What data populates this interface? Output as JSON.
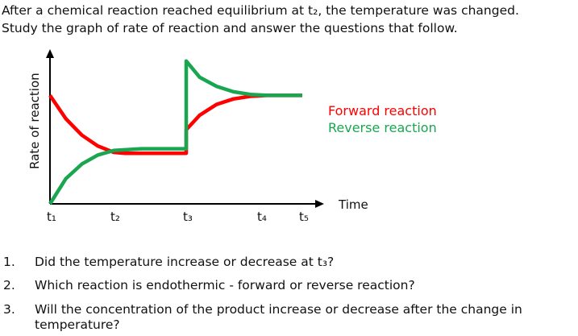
{
  "intro": {
    "line1": "After a chemical reaction reached equilibrium at t₂, the temperature was changed.",
    "line2": "Study the graph of rate of reaction and answer the questions that follow."
  },
  "chart_data": {
    "type": "line",
    "ylabel": "Rate of reaction",
    "xlabel": "Time",
    "x_ticks": [
      "t₁",
      "t₂",
      "t₃",
      "t₄",
      "t₅"
    ],
    "x_tick_values": [
      0,
      1,
      2.3,
      3.4,
      4
    ],
    "xlim": [
      0,
      4.5
    ],
    "ylim": [
      0,
      10
    ],
    "legend_position": "right",
    "colors": {
      "forward": "#ff0000",
      "reverse": "#1aa650",
      "axis": "#000000"
    },
    "series": [
      {
        "name": "Forward reaction",
        "color": "#ff0000",
        "x": [
          0,
          0.25,
          0.5,
          0.75,
          1.0,
          1.2,
          2.3,
          2.3,
          2.5,
          2.75,
          3.0,
          3.25,
          3.5,
          3.75,
          4.0
        ],
        "y": [
          6.0,
          4.7,
          3.8,
          3.2,
          2.85,
          2.8,
          2.8,
          4.1,
          4.9,
          5.5,
          5.8,
          5.95,
          6.0,
          6.0,
          6.0
        ]
      },
      {
        "name": "Reverse reaction",
        "color": "#1aa650",
        "x": [
          0,
          0.25,
          0.5,
          0.75,
          1.0,
          1.5,
          2.3,
          2.3,
          2.5,
          2.75,
          3.0,
          3.25,
          3.5,
          3.75,
          4.0
        ],
        "y": [
          0,
          1.4,
          2.2,
          2.7,
          2.95,
          3.05,
          3.05,
          7.9,
          7.0,
          6.5,
          6.2,
          6.05,
          6.0,
          6.0,
          6.0
        ]
      }
    ]
  },
  "questions": [
    {
      "num": "1.",
      "text": "Did the temperature increase or decrease at t₃?"
    },
    {
      "num": "2.",
      "text": "Which reaction is endothermic - forward or reverse reaction?"
    },
    {
      "num": "3.",
      "text": "Will the concentration of the product increase or decrease after the change in temperature?"
    }
  ]
}
